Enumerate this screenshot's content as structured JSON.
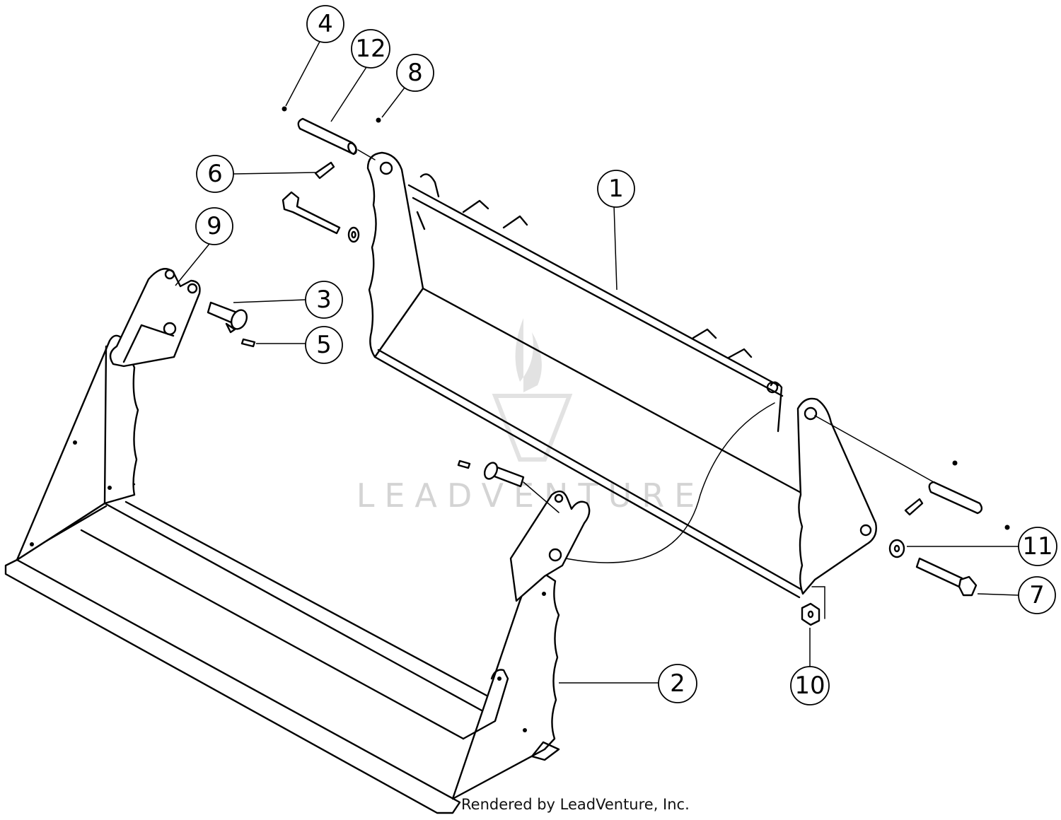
{
  "diagram": {
    "watermark": "LEADVENTURE",
    "footer": "Rendered by LeadVenture, Inc.",
    "callouts": [
      {
        "id": "c1",
        "label": "1"
      },
      {
        "id": "c2",
        "label": "2"
      },
      {
        "id": "c3",
        "label": "3"
      },
      {
        "id": "c4",
        "label": "4"
      },
      {
        "id": "c5",
        "label": "5"
      },
      {
        "id": "c6",
        "label": "6"
      },
      {
        "id": "c7",
        "label": "7"
      },
      {
        "id": "c8",
        "label": "8"
      },
      {
        "id": "c9",
        "label": "9"
      },
      {
        "id": "c10",
        "label": "10"
      },
      {
        "id": "c11",
        "label": "11"
      },
      {
        "id": "c12",
        "label": "12"
      }
    ]
  }
}
